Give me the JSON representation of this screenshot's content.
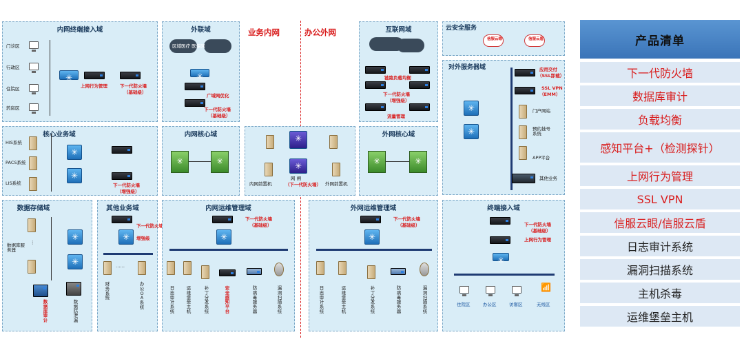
{
  "top_labels": {
    "left": "业务内网",
    "right": "办公外网"
  },
  "zones": {
    "intranet_terminal": {
      "title": "内网终端接入域",
      "areas": [
        "门诊区",
        "行政区",
        "住院区",
        "药房区"
      ],
      "behavior_mgmt": "上网行为管理",
      "fw": "下一代防火墙",
      "fw_sub": "（基础级）"
    },
    "external_link": {
      "title": "外联域",
      "cloud_text": "区域医疗 医保网",
      "wan_opt": "广域网优化",
      "fw": "下一代防火墙",
      "fw_sub": "（基础级）"
    },
    "internet": {
      "title": "互联网域",
      "lb": "链路负载均衡",
      "fw": "下一代防火墙",
      "fw_sub": "（增强级）",
      "traffic": "流量管理"
    },
    "cloud_security": {
      "title": "云安全服务",
      "cloud1": "信服云眼",
      "cloud2": "信服云盾"
    },
    "external_server": {
      "title": "对外服务器域",
      "app_delivery": "应用交付",
      "app_delivery_sub": "（SSL卸载）",
      "ssl_vpn": "SSL VPN",
      "ssl_vpn_sub": "（EMM）",
      "portal": "门户网站",
      "booking": "预约挂号系统",
      "app": "APP平台",
      "other": "其他业务"
    },
    "core_business": {
      "title": "核心业务域",
      "systems": [
        "HIS系统",
        "PACS系统",
        "LIS系统"
      ],
      "fw": "下一代防火墙",
      "fw_sub": "（增强级）"
    },
    "intranet_core": {
      "title": "内网核心域"
    },
    "gateway": {
      "intranet_front": "内网前置机",
      "gateway": "网 闸",
      "gateway_sub": "（下一代防火墙）",
      "extranet_front": "外网前置机"
    },
    "extranet_core": {
      "title": "外网核心域"
    },
    "data_storage": {
      "title": "数据存储域",
      "db_server": "数据库服务器",
      "db_audit": "数据库审计",
      "anti_leak": "数据防泄漏"
    },
    "other_business": {
      "title": "其他业务域",
      "fw": "下一代防火墙",
      "fw_sub": "增强级",
      "finance": "财务系统",
      "oa": "办公OA系统"
    },
    "intranet_ops": {
      "title": "内网运维管理域",
      "fw": "下一代防火墙",
      "fw_sub": "（基础级）",
      "items": [
        "日志审计系统",
        "运维堡垒主机",
        "补丁分发系统",
        "安全感知平台",
        "防病毒服务器",
        "漏洞扫描系统"
      ]
    },
    "extranet_ops": {
      "title": "外网运维管理域",
      "fw": "下一代防火墙",
      "fw_sub": "（基础级）",
      "items": [
        "日志审计系统",
        "运维堡垒主机",
        "补丁分发系统",
        "防病毒服务器",
        "漏洞扫描系统"
      ]
    },
    "terminal_access": {
      "title": "终端接入域",
      "fw": "下一代防火墙",
      "fw_sub": "（基础级）",
      "behavior_mgmt": "上网行为管理",
      "areas": [
        "住院区",
        "办公区",
        "访客区",
        "无线区"
      ]
    }
  },
  "product_list": {
    "title": "产品清单",
    "items": [
      {
        "label": "下一代防火墙",
        "highlight": true
      },
      {
        "label": "数据库审计",
        "highlight": true
      },
      {
        "label": "负载均衡",
        "highlight": true
      },
      {
        "label": "感知平台+（检测探针）",
        "highlight": true
      },
      {
        "label": "上网行为管理",
        "highlight": true
      },
      {
        "label": "SSL VPN",
        "highlight": true
      },
      {
        "label": "信服云眼/信服云盾",
        "highlight": true
      },
      {
        "label": "日志审计系统",
        "highlight": false
      },
      {
        "label": "漏洞扫描系统",
        "highlight": false
      },
      {
        "label": "主机杀毒",
        "highlight": false
      },
      {
        "label": "运维堡垒主机",
        "highlight": false
      }
    ]
  },
  "colors": {
    "accent_red": "#d91e1e",
    "zone_bg": "#d9edf7",
    "header_blue": "#4a86c8"
  }
}
